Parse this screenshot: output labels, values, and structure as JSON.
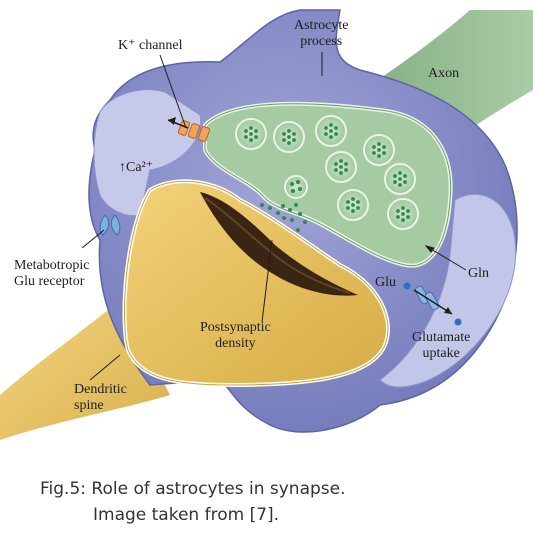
{
  "labels": {
    "astrocyte_process": [
      "Astrocyte",
      "process"
    ],
    "k_channel": "K⁺ channel",
    "axon": "Axon",
    "ca": "↑Ca²⁺",
    "metabotropic": [
      "Metabotropic",
      "Glu receptor"
    ],
    "gln": "Gln",
    "glu": "Glu",
    "glutamate_uptake": [
      "Glutamate",
      "uptake"
    ],
    "postsynaptic_density": [
      "Postsynaptic",
      "density"
    ],
    "dendritic_spine": [
      "Dendritic",
      "spine"
    ]
  },
  "caption": {
    "line1": "Fig.5: Role of astrocytes in synapse.",
    "line2": "Image taken from [7]."
  },
  "colors": {
    "astrocyte": "#7f86c4",
    "astrocyte_light": "#b9bde2",
    "axon": "#8fb48d",
    "terminal": "#a6cba2",
    "vesicle": "#2f8a4c",
    "spine": "#e7c45a",
    "spine_dark": "#caa33f",
    "density": "#3a2514"
  }
}
